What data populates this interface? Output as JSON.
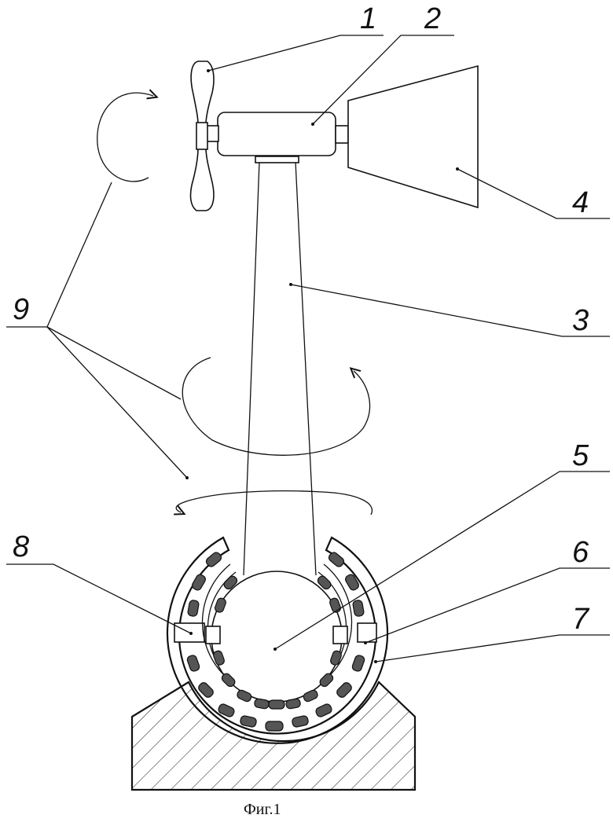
{
  "figure": {
    "caption": "Фиг.1",
    "labels": {
      "l1": "1",
      "l2": "2",
      "l3": "3",
      "l4": "4",
      "l5": "5",
      "l6": "6",
      "l7": "7",
      "l8": "8",
      "l9": "9"
    }
  }
}
